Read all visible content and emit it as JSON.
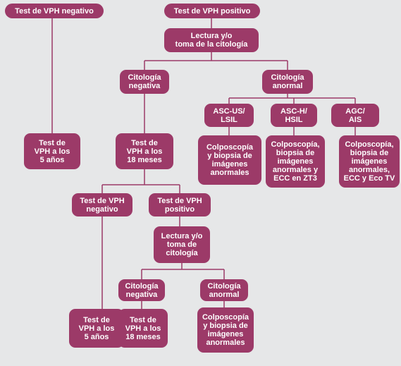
{
  "diagram": {
    "colors": {
      "node_fill": "#9c3a68",
      "node_text": "#ffffff",
      "connector": "#9c3a68",
      "background": "#e6e7e8"
    },
    "nodes": {
      "hpv_negative_top": "Test de VPH negativo",
      "hpv_positive_top": "Test de VPH positivo",
      "reading_1": "Lectura y/o\ntoma de la citología",
      "cyto_negative_1": "Citología\nnegativa",
      "cyto_abnormal_1": "Citología\nanormal",
      "ascus_lsil": "ASC-US/\nLSIL",
      "asch_hsil": "ASC-H/\nHSIL",
      "agc_ais": "AGC/\nAIS",
      "hpv_5y_top": "Test de\nVPH a los\n5 años",
      "hpv_18m_1": "Test de\nVPH a los\n18 meses",
      "colpo_1": "Colposcopía\ny biopsia de\nimágenes\nanormales",
      "colpo_2": "Colposcopía,\nbiopsia de\nimágenes\nanormales y\nECC en ZT3",
      "colpo_3": "Colposcopía,\nbiopsia de\nimágenes\nanormales,\nECC y Eco TV",
      "hpv_negative_2": "Test de VPH\nnegativo",
      "hpv_positive_2": "Test de VPH\npositivo",
      "reading_2": "Lectura y/o\ntoma de\ncitología",
      "cyto_negative_2": "Citología\nnegativa",
      "cyto_abnormal_2": "Citología\nanormal",
      "hpv_5y_bottom": "Test de\nVPH a los\n5 años",
      "hpv_18m_2": "Test de\nVPH a los\n18 meses",
      "colpo_4": "Colposcopía\ny biopsia de\nimágenes\nanormales"
    }
  }
}
